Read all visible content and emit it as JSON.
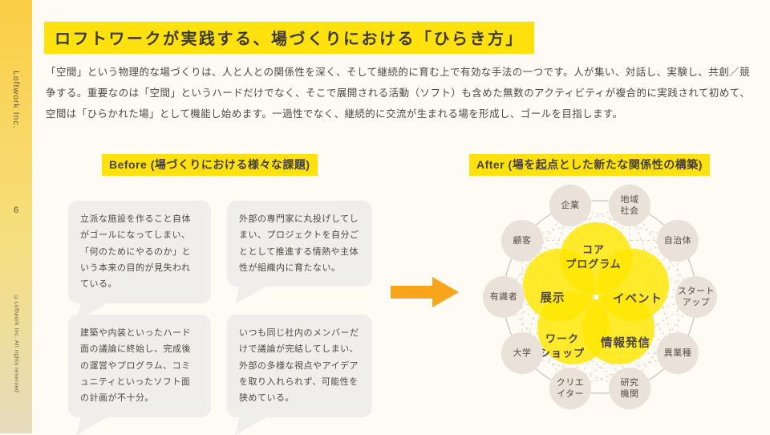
{
  "sidebar": {
    "brand": "Loftwork Inc.",
    "page_number": "6",
    "copyright": "©Loftwork Inc. All rights reserved"
  },
  "title": "ロフトワークが実践する、場づくりにおける「ひらき方」",
  "intro": "「空間」という物理的な場づくりは、人と人との関係性を深く、そして継続的に育む上で有効な手法の一つです。人が集い、対話し、実験し、共創／競争する。重要なのは「空間」というハードだけでなく、そこで展開される活動（ソフト）も含めた無数のアクティビティが複合的に実践されて初めて、空間は「ひらかれた場」として機能し始めます。一過性でなく、継続的に交流が生まれる場を形成し、ゴールを目指します。",
  "before": {
    "heading": "Before (場づくりにおける様々な課題)",
    "bubbles": [
      "立派な施設を作ること自体がゴールになってしまい、「何のためにやるのか」という本来の目的が見失われている。",
      "外部の専門家に丸投げしてしまい、プロジェクトを自分ごととして推進する情熱や主体性が組織内に育たない。",
      "建築や内装といったハード面の議論に終始し、完成後の運営やプログラム、コミュニティといったソフト面の計画が不十分。",
      "いつも同じ社内のメンバーだけで議論が完結してしまい、外部の多様な視点やアイデアを取り入れられず、可能性を狭めている。"
    ]
  },
  "after": {
    "heading": "After (場を起点とした新たな関係性の構築)",
    "diagram": {
      "petals": [
        "コア\nプログラム",
        "展示",
        "イベント",
        "ワーク\nショップ",
        "情報発信"
      ],
      "nodes": [
        "企業",
        "地域\n社会",
        "自治体",
        "スタート\nアップ",
        "異業種",
        "研究\n機関",
        "クリエ\nイター",
        "大学",
        "有識者",
        "顧客"
      ]
    }
  },
  "colors": {
    "highlight": "#FFE20D",
    "arrow": "#F9A51C",
    "petal": "#FFE600",
    "node_fill": "#EAE1D9",
    "bubble": "#EFEEEB",
    "sidebar_top": "#FBCE44",
    "sidebar_bottom": "#E5DCBD",
    "bg": "#FDFBF4"
  }
}
